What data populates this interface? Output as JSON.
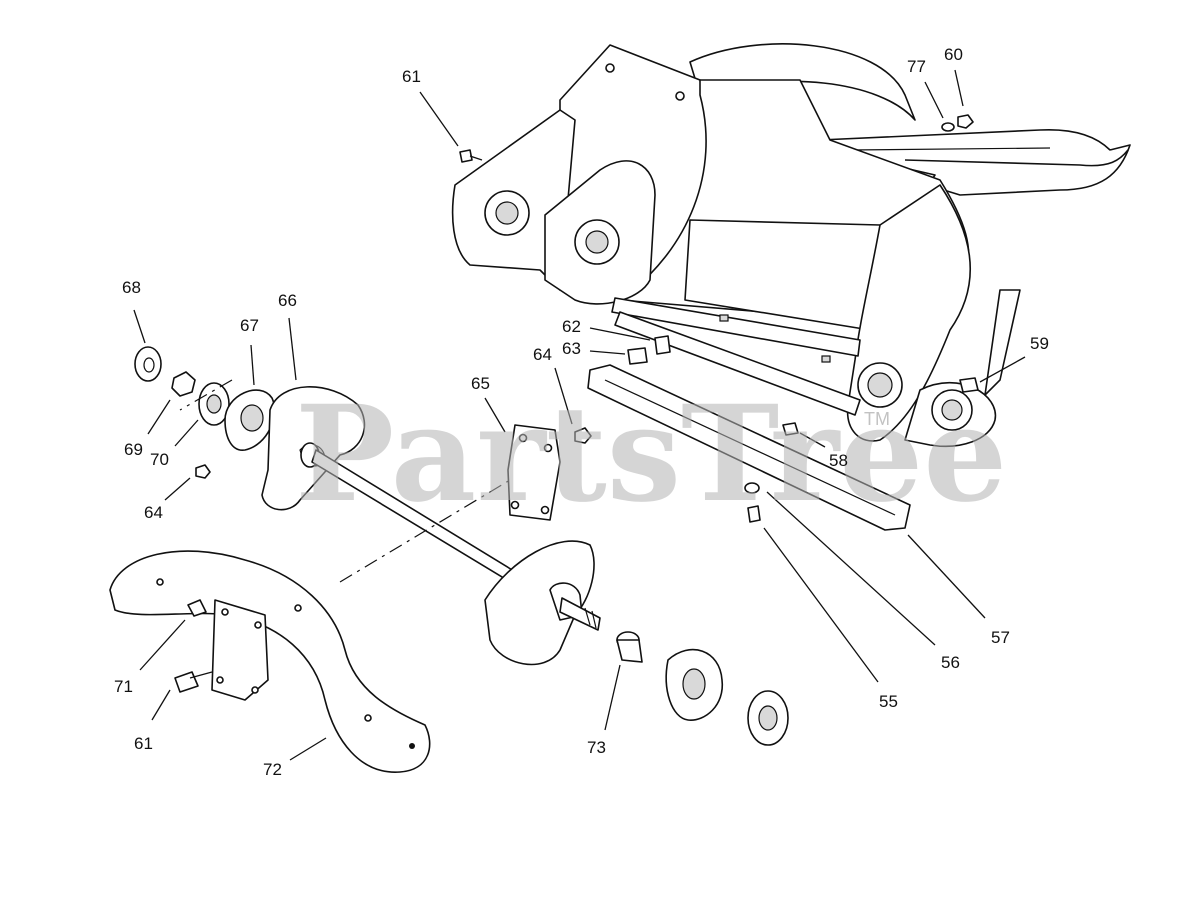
{
  "watermark": {
    "text": "PartsTree",
    "trademark": "TM"
  },
  "callouts": {
    "c61a": "61",
    "c77": "77",
    "c60": "60",
    "c68": "68",
    "c67": "67",
    "c66": "66",
    "c62": "62",
    "c63": "63",
    "c64a": "64",
    "c65": "65",
    "c59": "59",
    "c69": "69",
    "c70": "70",
    "c64b": "64",
    "c58": "58",
    "c57": "57",
    "c56": "56",
    "c55": "55",
    "c71": "71",
    "c61b": "61",
    "c72": "72",
    "c73": "73"
  }
}
